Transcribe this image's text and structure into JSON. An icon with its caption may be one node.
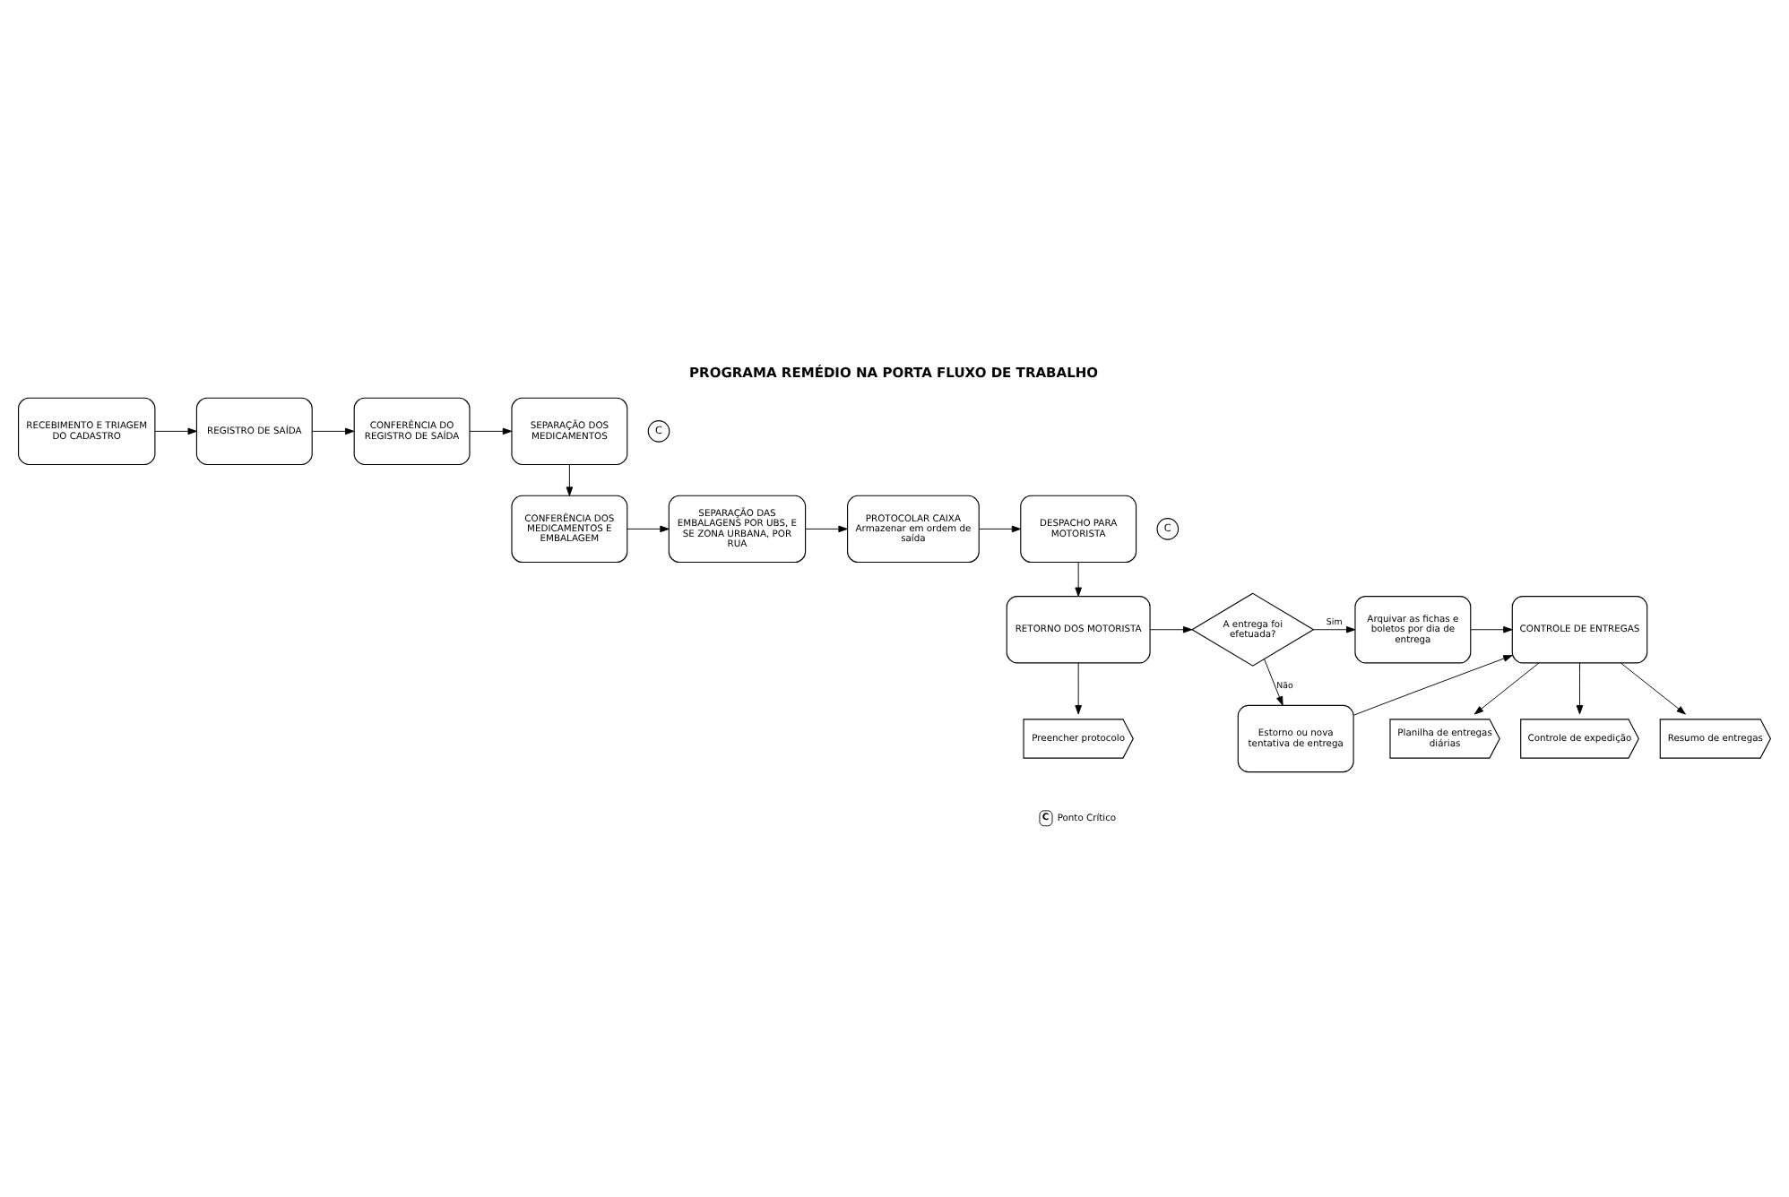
{
  "diagram": {
    "title": "PROGRAMA REMÉDIO NA PORTA FLUXO DE TRABALHO",
    "nodes": [
      {
        "text": [
          "RECEBIMENTO E TRIAGEM DO CADASTRO"
        ]
      },
      {
        "text": [
          "REGISTRO DE SAÍDA"
        ]
      },
      {
        "text": [
          "C"
        ]
      },
      {
        "text": [
          "CONFERÊNCIA DO REGISTRO DE SAÍDA"
        ]
      },
      {
        "text": [
          "SEPARAÇÃO DOS MEDICAMENTOS"
        ]
      },
      {
        "text": [
          "C"
        ]
      },
      {
        "text": [
          "CONFERÊNCIA DOS MEDICAMENTOS E EMBALAGEM"
        ]
      },
      {
        "text": [
          "SEPARAÇÃO DAS EMBALAGENS POR UBS, E SE ZONA URBANA, POR RUA"
        ]
      },
      {
        "text": [
          "PROTOCOLAR CAIXA",
          "Armazenar em ordem de saída"
        ]
      },
      {
        "text": [
          "DESPACHO PARA MOTORISTA"
        ]
      },
      {
        "text": [
          "Planilha de entregas diárias"
        ]
      },
      {
        "text": [
          "RETORNO DOS MOTORISTA"
        ]
      },
      {
        "text": [
          "A entrega foi efetuada?"
        ]
      },
      {
        "text": [
          "Arquivar as fichas e boletos por dia de entrega"
        ]
      },
      {
        "text": [
          "CONTROLE DE ENTREGAS"
        ]
      },
      {
        "text": [
          "Controle de expedição"
        ]
      },
      {
        "text": [
          "Preencher protocolo"
        ]
      },
      {
        "text": [
          "Estorno ou nova tentativa de entrega"
        ]
      },
      {
        "text": [
          "Resumo de entregas"
        ]
      }
    ],
    "edges": [
      {
        "from": 0,
        "to": 1,
        "arrow": "to"
      },
      {
        "from": 1,
        "to": 3,
        "arrow": "to"
      },
      {
        "from": 3,
        "to": 4,
        "arrow": "to"
      },
      {
        "from": 4,
        "to": 6,
        "arrow": "to"
      },
      {
        "from": 6,
        "to": 7,
        "arrow": "to"
      },
      {
        "from": 7,
        "to": 8,
        "arrow": "to"
      },
      {
        "from": 8,
        "to": 9,
        "arrow": "to"
      },
      {
        "from": 9,
        "to": 11,
        "arrow": "to"
      },
      {
        "from": 11,
        "to": 12,
        "arrow": "to"
      },
      {
        "from": 12,
        "to": 13,
        "label": "Sim",
        "arrow": "to"
      },
      {
        "from": 13,
        "to": 14,
        "arrow": "to"
      },
      {
        "from": 12,
        "to": 17,
        "label": "Não",
        "arrow": "to"
      },
      {
        "from": 17,
        "to": 14,
        "arrow": "to"
      },
      {
        "from": 14,
        "to": 10,
        "arrow": "to"
      },
      {
        "from": 14,
        "to": 15,
        "arrow": "to"
      },
      {
        "from": 14,
        "to": 18,
        "arrow": "to"
      },
      {
        "from": 11,
        "to": 16,
        "arrow": "to"
      }
    ],
    "labels": [
      "C"
    ],
    "legend": [
      {
        "text": "Ponto Crítico"
      }
    ]
  }
}
